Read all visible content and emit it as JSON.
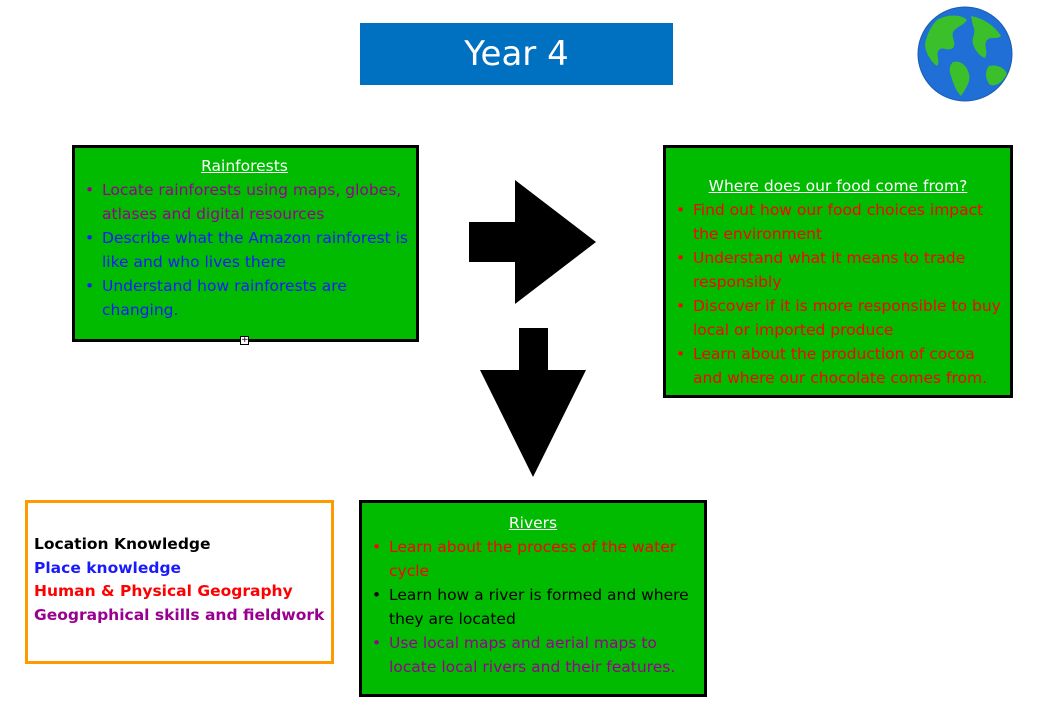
{
  "title": "Year 4",
  "rainforests": {
    "heading": "Rainforests",
    "items": [
      "Locate rainforests using maps, globes, atlases and digital resources",
      "Describe what the Amazon rainforest is like and who lives there",
      "Understand how rainforests are changing."
    ]
  },
  "food": {
    "heading": "Where does our food come from?",
    "items": [
      "Find out how our food choices impact the environment",
      "Understand what it means to trade responsibly",
      "Discover if it is more responsible to buy local or imported produce",
      "Learn about the production of cocoa and where our chocolate comes from."
    ]
  },
  "rivers": {
    "heading": "Rivers",
    "items": [
      "Learn about the process of the water cycle",
      "Learn how a river is formed and where they are located",
      "Use local maps and aerial maps to locate local rivers and their features."
    ]
  },
  "key": {
    "location": "Location Knowledge",
    "place": "Place knowledge",
    "human": "Human & Physical Geography",
    "skills": "Geographical skills and fieldwork"
  },
  "colors": {
    "title_bar": "#0070c0",
    "box_fill": "#00bb00",
    "key_border": "#ff9900",
    "purple": "#99008f",
    "blue": "#1a1aff",
    "red": "#ff0000"
  }
}
